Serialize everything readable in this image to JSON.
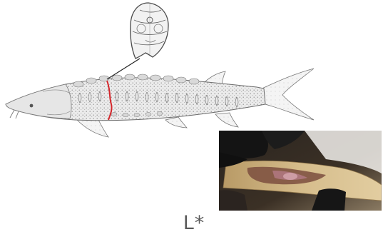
{
  "figure": {
    "caption": "L*",
    "fish_illustration": "sturgeon-illustration",
    "cross_section_inset": "sturgeon-cross-section",
    "cut_line_color": "#d4262b",
    "photo_inset": "gloved-hands-holding-fish-fillet"
  }
}
